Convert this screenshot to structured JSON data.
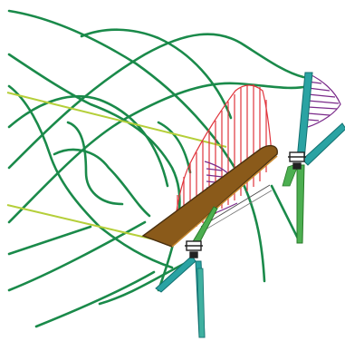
{
  "scene": {
    "type": "3d-structural-wireframe",
    "colors": {
      "background": "#ffffff",
      "grid_shell": "#1a8a4a",
      "cable_lines": "#b5cf3a",
      "deck": "#8a5a1a",
      "deck_edge": "#4a3010",
      "pylon": "#2aa3a3",
      "pylon_lower": "#4caf50",
      "moment_diagram_red": "#e0343c",
      "moment_diagram_purple": "#7a2a8a",
      "bearing_marker": "#222222"
    },
    "elements": [
      {
        "name": "gridshell",
        "color": "grid_shell"
      },
      {
        "name": "tie-cables",
        "color": "cable_lines"
      },
      {
        "name": "deck-beam",
        "color": "deck"
      },
      {
        "name": "front-pylon",
        "color": "pylon"
      },
      {
        "name": "rear-pylon",
        "color": "pylon"
      },
      {
        "name": "moment-diagram-red",
        "color": "moment_diagram_red"
      },
      {
        "name": "moment-diagram-purple",
        "color": "moment_diagram_purple"
      },
      {
        "name": "bearing-front",
        "color": "bearing_marker"
      },
      {
        "name": "bearing-rear",
        "color": "bearing_marker"
      }
    ]
  }
}
